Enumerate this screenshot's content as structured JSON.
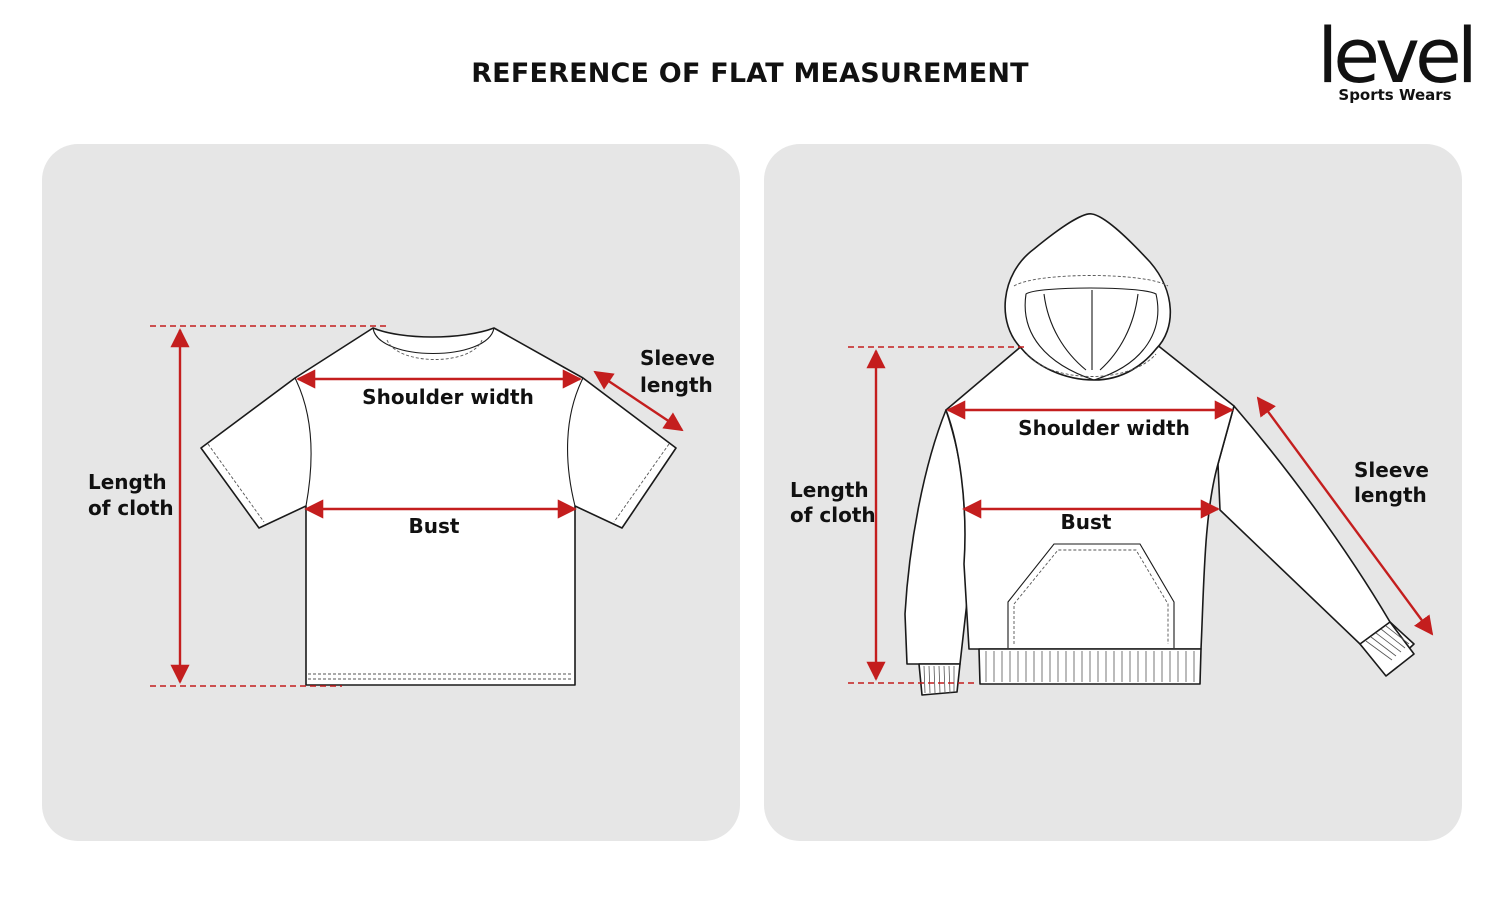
{
  "header": {
    "title": "REFERENCE OF FLAT MEASUREMENT"
  },
  "logo": {
    "word": "level",
    "tagline": "Sports Wears"
  },
  "tshirt_panel": {
    "labels": {
      "shoulder_width": "Shoulder width",
      "bust": "Bust",
      "sleeve_line1": "Sleeve",
      "sleeve_line2": "length",
      "length_line1": "Length",
      "length_line2": "of cloth"
    }
  },
  "hoodie_panel": {
    "labels": {
      "shoulder_width": "Shoulder width",
      "bust": "Bust",
      "sleeve_line1": "Sleeve",
      "sleeve_line2": "length",
      "length_line1": "Length",
      "length_line2": "of cloth"
    }
  },
  "colors": {
    "measure_red": "#c41e1e",
    "panel_gray": "#e6e6e6",
    "outline": "#1a1a1a"
  }
}
